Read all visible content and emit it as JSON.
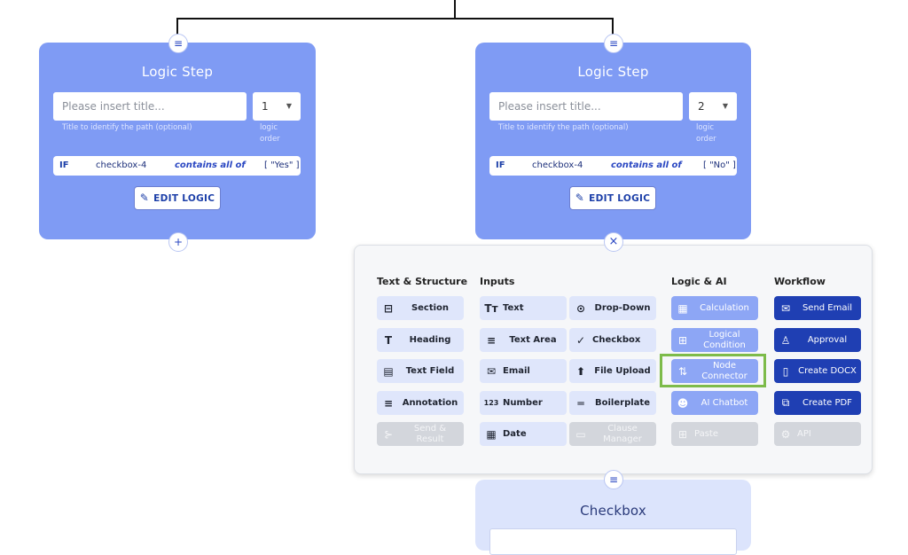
{
  "steps": [
    {
      "title": "Logic Step",
      "title_placeholder": "Please insert title...",
      "title_hint": "Title to identify the path (optional)",
      "order_value": "1",
      "order_hint": "logic order",
      "rule": {
        "keyword": "IF",
        "field": "checkbox-4",
        "operator": "contains all of",
        "value": "[ \"Yes\" ]"
      },
      "edit_label": "EDIT LOGIC",
      "bottom_button": "+"
    },
    {
      "title": "Logic Step",
      "title_placeholder": "Please insert title...",
      "title_hint": "Title to identify the path (optional)",
      "order_value": "2",
      "order_hint": "logic order",
      "rule": {
        "keyword": "IF",
        "field": "checkbox-4",
        "operator": "contains all of",
        "value": "[ \"No\" ]"
      },
      "edit_label": "EDIT LOGIC",
      "bottom_button": "×"
    }
  ],
  "palette": {
    "columns": [
      "Text & Structure",
      "Inputs",
      "",
      "Logic & AI",
      "Workflow"
    ],
    "tiles": {
      "section": "Section",
      "heading": "Heading",
      "text_field": "Text Field",
      "annotation": "Annotation",
      "send_result": "Send & Result",
      "text": "Text",
      "text_area": "Text Area",
      "email": "Email",
      "number": "Number",
      "date": "Date",
      "dropdown": "Drop-Down",
      "checkbox": "Checkbox",
      "file_upload": "File Upload",
      "boilerplate": "Boilerplate",
      "clause_manager": "Clause Manager",
      "calculation": "Calculation",
      "logical_condition": "Logical Condition",
      "node_connector": "Node Connector",
      "ai_chatbot": "AI Chatbot",
      "paste": "Paste",
      "send_email": "Send Email",
      "approval": "Approval",
      "create_docx": "Create DOCX",
      "create_pdf": "Create PDF",
      "api": "API"
    }
  },
  "checkbox_card": {
    "title": "Checkbox"
  },
  "colors": {
    "card": "#7f9bf4",
    "dark_tile": "#1f3fb3",
    "highlight": "#7dbb4a"
  }
}
